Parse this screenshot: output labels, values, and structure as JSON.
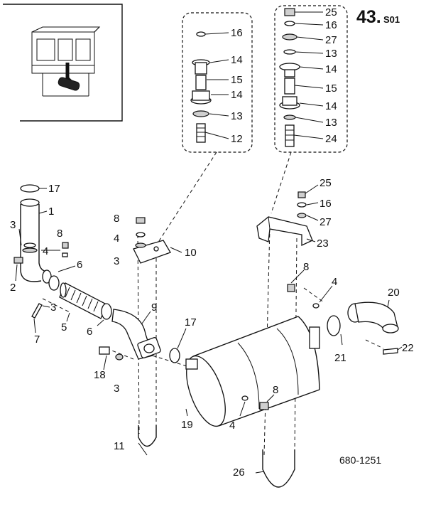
{
  "page": {
    "section_number": "43.",
    "section_suffix": "S01",
    "drawing_number": "680-1251"
  },
  "callouts": {
    "c1": "1",
    "c2": "2",
    "c3a": "3",
    "c3b": "3",
    "c3c": "3",
    "c3d": "3",
    "c4a": "4",
    "c4b": "4",
    "c4c": "4",
    "c4d": "4",
    "c5": "5",
    "c6a": "6",
    "c6b": "6",
    "c7": "7",
    "c8a": "8",
    "c8b": "8",
    "c8c": "8",
    "c8d": "8",
    "c9": "9",
    "c10": "10",
    "c11": "11",
    "c12": "12",
    "c13a": "13",
    "c13b": "13",
    "c13c": "13",
    "c14a": "14",
    "c14b": "14",
    "c14c": "14",
    "c14d": "14",
    "c15a": "15",
    "c15b": "15",
    "c16a": "16",
    "c16b": "16",
    "c16c": "16",
    "c17a": "17",
    "c17b": "17",
    "c18": "18",
    "c19": "19",
    "c20": "20",
    "c21": "21",
    "c22": "22",
    "c23": "23",
    "c24": "24",
    "c25a": "25",
    "c25b": "25",
    "c26": "26",
    "c27a": "27",
    "c27b": "27"
  }
}
